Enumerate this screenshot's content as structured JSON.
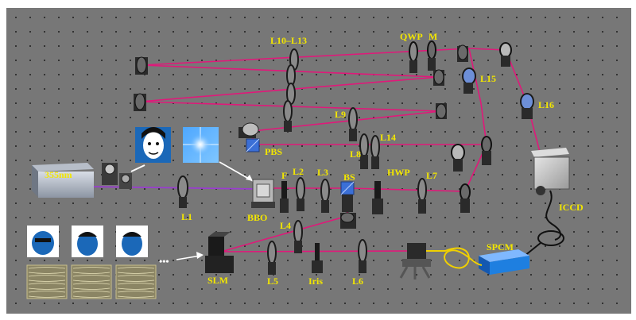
{
  "colors": {
    "table": "#777777",
    "beam_pink": "#e0197a",
    "beam_violet": "#9a3cd0",
    "label": "#f2e600",
    "spcm_blue": "#1e7fe0",
    "fiber": "#f0d000"
  },
  "labels": {
    "laser": "355nm",
    "l1": "L1",
    "bbo": "BBO",
    "f": "F",
    "l2": "L2",
    "l3": "L3",
    "bs": "BS",
    "hwp": "HWP",
    "l7": "L7",
    "l8": "L8",
    "pbs": "PBS",
    "l9": "L9",
    "l14": "L14",
    "l10_13": "L10–L13",
    "qwp": "QWP",
    "m": "M",
    "l15": "L15",
    "l16": "L16",
    "iccd": "ICCD",
    "spcm": "SPCM",
    "l4": "L4",
    "slm": "SLM",
    "l5": "L5",
    "iris": "Iris",
    "l6": "L6",
    "ellipsis": "•••"
  },
  "icons": [
    "laser-box",
    "face-image",
    "fourier-spectrum",
    "face-image-set",
    "hologram-pattern-set"
  ]
}
